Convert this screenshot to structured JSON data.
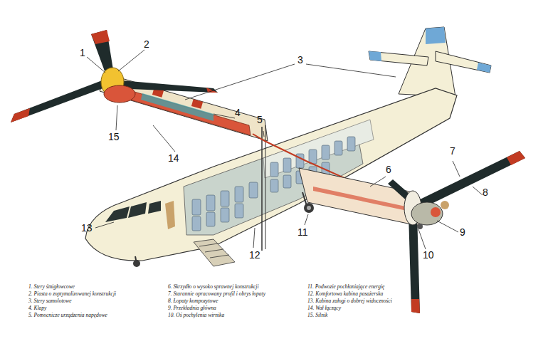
{
  "diagram": {
    "labels": [
      "1",
      "2",
      "3",
      "4",
      "5",
      "15",
      "14",
      "13",
      "12",
      "11",
      "6",
      "7",
      "8",
      "9",
      "10",
      "1. Stery śmigłowcowe",
      "2. Piasta o zoptymalizowanej konstrukcji",
      "3. Stery samolotowe",
      "4. Klapy",
      "5. Pomocnicze urządzenia napędowe",
      "6. Skrzydło o wysoko sprawnej konstrukcji",
      "7. Starannie opracowany profil i obrys łopaty",
      "8. Łopaty kompozytowe",
      "9. Przekładnia główna",
      "10. Oś pochylenia wirnika",
      "11. Podwozie pochłaniające energię",
      "12. Komfortowa kabina pasażerska",
      "13. Kabina załogi o dobrej widoczności",
      "14. Wał łączący",
      "15. Silnik"
    ]
  }
}
